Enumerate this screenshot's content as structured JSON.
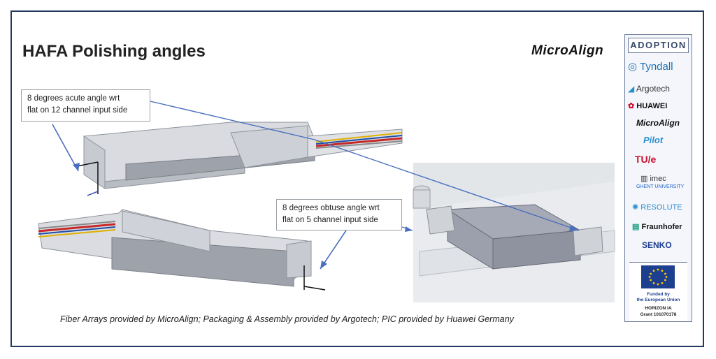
{
  "slide": {
    "title": "HAFA Polishing angles",
    "brand": "MicroAlign",
    "callouts": [
      {
        "line1": "8 degrees acute angle  wrt",
        "line2": "flat  on 12 channel input side"
      },
      {
        "line1": "8 degrees obtuse angle  wrt",
        "line2": "flat  on 5 channel input side"
      }
    ],
    "caption": "Fiber Arrays provided by MicroAlign; Packaging & Assembly provided by Argotech; PIC provided by Huawei Germany"
  },
  "sidebar": {
    "header": "ADOPTION",
    "partners": [
      {
        "name": "Tyndall",
        "icon": "tyndall-logo",
        "color": "#1b6fb5"
      },
      {
        "name": "Argotech",
        "icon": "argotech-logo",
        "color": "#2a8fd0"
      },
      {
        "name": "HUAWEI",
        "icon": "huawei-logo",
        "color": "#cf0a2c"
      },
      {
        "name": "MicroAlign",
        "icon": "microalign-logo",
        "color": "#111111"
      },
      {
        "name": "Pilot",
        "icon": "pilot-logo",
        "color": "#2a8fd0"
      },
      {
        "name": "TU/e",
        "icon": "tue-logo",
        "color": "#c8102e"
      },
      {
        "name": "imec",
        "icon": "imec-logo",
        "color": "#333333"
      },
      {
        "name": "GHENT UNIVERSITY",
        "icon": "ghent-logo",
        "color": "#1e64c8"
      },
      {
        "name": "RESOLUTE",
        "icon": "resolute-logo",
        "color": "#2a8fd0"
      },
      {
        "name": "Fraunhofer",
        "icon": "fraunhofer-logo",
        "color": "#179c7d"
      },
      {
        "name": "SENKO",
        "icon": "senko-logo",
        "color": "#1d3f8f"
      }
    ],
    "eu": {
      "line1": "Funded by",
      "line2": "the European Union",
      "line3": "HORIZON IA",
      "line4": "Grant 101070178"
    }
  },
  "colors": {
    "frame": "#23395d",
    "arrow": "#4a6fbd",
    "fiber_red": "#c62828",
    "fiber_yellow": "#e0b000",
    "fiber_blue": "#1e4fa8"
  }
}
